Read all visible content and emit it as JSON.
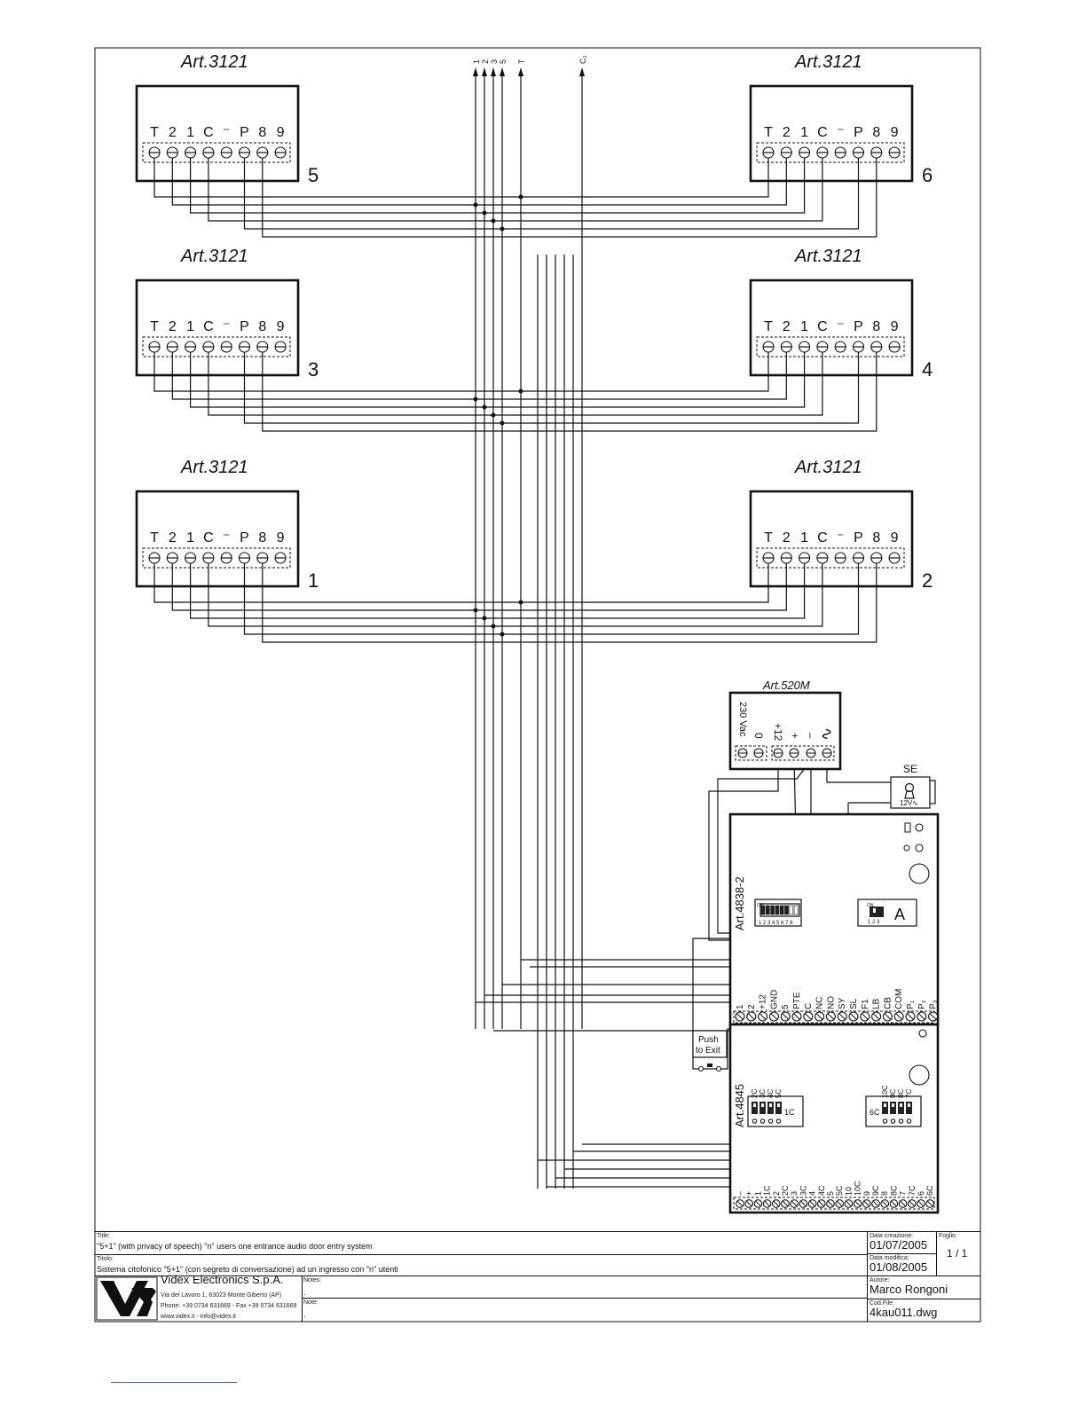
{
  "intercoms": [
    {
      "id": "5",
      "article": "Art.3121",
      "terminals": [
        "T",
        "2",
        "1",
        "C",
        "⁻",
        "P",
        "8",
        "9"
      ]
    },
    {
      "id": "6",
      "article": "Art.3121",
      "terminals": [
        "T",
        "2",
        "1",
        "C",
        "⁻",
        "P",
        "8",
        "9"
      ]
    },
    {
      "id": "3",
      "article": "Art.3121",
      "terminals": [
        "T",
        "2",
        "1",
        "C",
        "⁻",
        "P",
        "8",
        "9"
      ]
    },
    {
      "id": "4",
      "article": "Art.3121",
      "terminals": [
        "T",
        "2",
        "1",
        "C",
        "⁻",
        "P",
        "8",
        "9"
      ]
    },
    {
      "id": "1",
      "article": "Art.3121",
      "terminals": [
        "T",
        "2",
        "1",
        "C",
        "⁻",
        "P",
        "8",
        "9"
      ]
    },
    {
      "id": "2",
      "article": "Art.3121",
      "terminals": [
        "T",
        "2",
        "1",
        "C",
        "⁻",
        "P",
        "8",
        "9"
      ]
    }
  ],
  "riser_labels": [
    "1",
    "2",
    "3",
    "5",
    "T",
    "C₁"
  ],
  "power_supply": {
    "article": "Art.520M",
    "terminals": [
      "230 Vac",
      "0",
      "+12",
      "+",
      "–",
      "∿"
    ]
  },
  "lock": {
    "label": "SE",
    "rating": "12V∿"
  },
  "controller": {
    "article": "Art.4838-2",
    "dip_label": "ON",
    "dip_numbers": "1 2 3 4 5 6 7 8",
    "jumper_label": "ON",
    "jumper_numbers": "1 2 3",
    "channel": "A",
    "terminals": [
      "1",
      "2",
      "+12",
      "GND",
      "5",
      "PTE",
      "C",
      "NC",
      "NO",
      "SY",
      "SL",
      "F1",
      "LB",
      "CB",
      "COM",
      "P₁",
      "P₂",
      "P₃"
    ]
  },
  "push_button": {
    "label_line1": "Push",
    "label_line2": "to Exit"
  },
  "expander": {
    "article": "Art.4845",
    "left_switch": [
      "2C",
      "3C",
      "4C",
      "5C"
    ],
    "left_tag": "1C",
    "right_switch": [
      "10C",
      "9C",
      "8C",
      "7C"
    ],
    "right_tag": "6C",
    "terminals": [
      "–",
      "+",
      "1",
      "1C",
      "2",
      "2C",
      "3",
      "3C",
      "4",
      "4C",
      "5",
      "5C",
      "10",
      "10C",
      "9",
      "9C",
      "8",
      "8C",
      "7",
      "7C",
      "6",
      "6C"
    ]
  },
  "title_block": {
    "title_label": "Title:",
    "title_en": "\"5+1\" (with privacy of speech) \"n\" users one entrance audio door entry system",
    "title_it_label": "Titolo:",
    "title_it": "Sistema citofonico \"5+1\" (con segreto di conversazione) ad un ingresso con \"n\" utenti",
    "company": "Videx Electronics S.p.A.",
    "address": "Via del Lavoro 1, 63023 Monte Giberto (AP)",
    "phone": "Phone: +39 0734 631669 - Fax +39 0734 631669",
    "web": "www.videx.it - info@videx.it",
    "notes_label": "Notes:",
    "notes_value": ".",
    "note_label": "Note:",
    "note_value": ".",
    "created_label": "Data creazione:",
    "created": "01/07/2005",
    "modified_label": "Data modifica:",
    "modified": "01/08/2005",
    "sheet_label": "Foglio",
    "sheet": "1 / 1",
    "author_label": "Autore:",
    "author": "Marco Rongoni",
    "file_label": "Cod.File:",
    "file": "4kau011.dwg"
  }
}
